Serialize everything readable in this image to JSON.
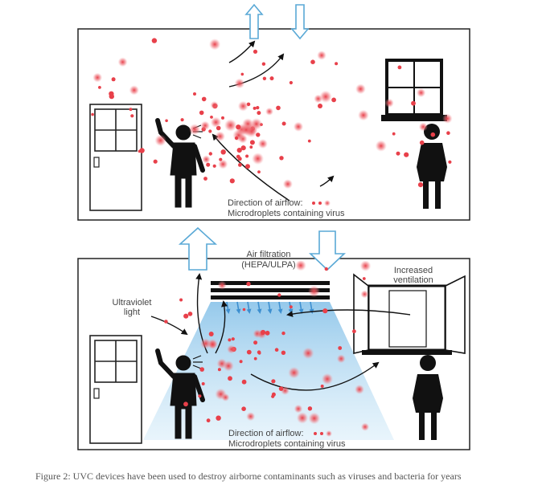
{
  "colors": {
    "frame": "#222222",
    "figure": "#111111",
    "droplet": "#e8404a",
    "arrow_outline": "#5aa9d6",
    "uv_light": "#a8d4ef",
    "filter_arrows": "#3d8fd0"
  },
  "icons": {
    "airflow_up": "outline-arrow-up-icon",
    "airflow_down": "outline-arrow-down-icon",
    "door": "door-icon",
    "window": "window-icon",
    "person_speaking": "man-speaking-icon",
    "person_listening": "woman-icon",
    "air_filter": "hepa-filter-icon",
    "uv_cone": "uv-light-cone"
  },
  "top_panel": {
    "legend_airflow": "Direction of airflow:",
    "legend_droplets": "Microdroplets containing virus"
  },
  "bottom_panel": {
    "filtration_title": "Air filtration",
    "filtration_subtitle": "(HEPA/ULPA)",
    "ventilation_line1": "Increased",
    "ventilation_line2": "ventilation",
    "uv_line1": "Ultraviolet",
    "uv_line2": "light",
    "legend_airflow": "Direction of airflow:",
    "legend_droplets": "Microdroplets containing virus"
  },
  "caption": "Figure 2: UVC devices have been used to destroy airborne contaminants such as viruses and bacteria for years"
}
